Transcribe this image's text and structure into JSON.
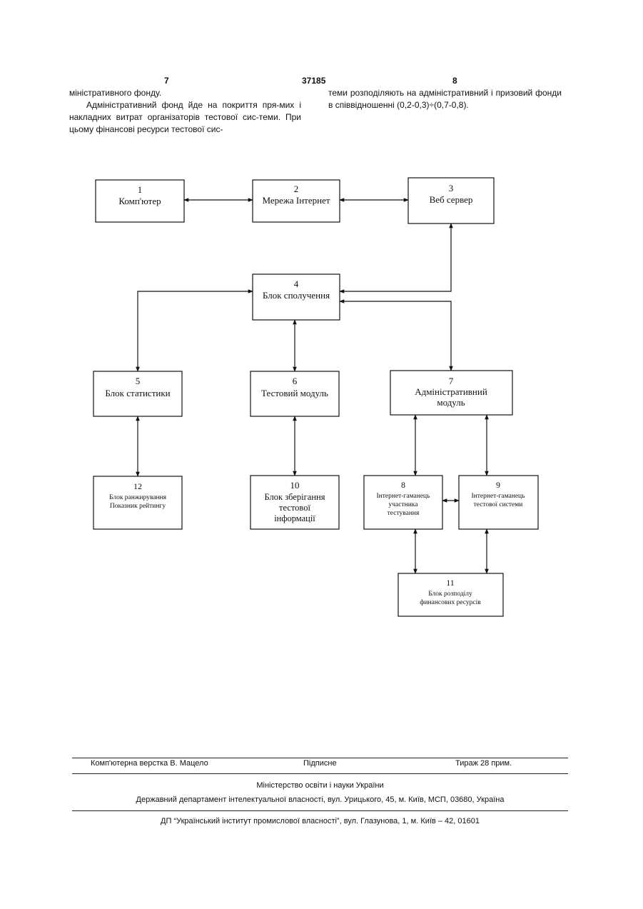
{
  "header": {
    "page_left": "7",
    "doc_number": "37185",
    "page_right": "8"
  },
  "text": {
    "left_column": [
      "міністративного фонду.",
      "Адміністративний фонд йде на покриття пря-мих і накладних витрат організаторів тестової сис-теми. При цьому фінансові ресурси тестової сис-"
    ],
    "right_column": [
      "теми розподіляють на адміністративний і призовий фонди в співвідношенні (0,2-0,3)÷(0,7-0,8)."
    ]
  },
  "diagram": {
    "blocks": [
      {
        "id": "1",
        "lines": [
          "Комп'ютер"
        ]
      },
      {
        "id": "2",
        "lines": [
          "Мережа Інтернет"
        ]
      },
      {
        "id": "3",
        "lines": [
          "Веб сервер"
        ]
      },
      {
        "id": "4",
        "lines": [
          "Блок сполучення"
        ]
      },
      {
        "id": "5",
        "lines": [
          "Блок статистики"
        ]
      },
      {
        "id": "6",
        "lines": [
          "Тестовий модуль"
        ]
      },
      {
        "id": "7",
        "lines": [
          "Адміністративний",
          "модуль"
        ]
      },
      {
        "id": "8",
        "lines": [
          "Інтернет-гаманець",
          "участника",
          "тестування"
        ]
      },
      {
        "id": "9",
        "lines": [
          "Інтернет-гаманець",
          "тестової системи"
        ]
      },
      {
        "id": "10",
        "lines": [
          "Блок зберігання",
          "тестової",
          "інформації"
        ]
      },
      {
        "id": "11",
        "lines": [
          "Блок розподілу",
          "финансових ресурсів"
        ]
      },
      {
        "id": "12",
        "lines": [
          "Блок ранжирування",
          "Показник рейтингу"
        ]
      }
    ]
  },
  "footer": {
    "typesetting": "Комп'ютерна верстка В. Мацело",
    "signed": "Підписне",
    "circulation": "Тираж 28 прим.",
    "ministry": "Міністерство освіти і науки України",
    "department": "Державний департамент інтелектуальної власності, вул. Урицького, 45, м. Київ, МСП, 03680, Україна",
    "institute": "ДП “Український інститут промислової власності”, вул. Глазунова, 1, м. Київ – 42, 01601"
  }
}
